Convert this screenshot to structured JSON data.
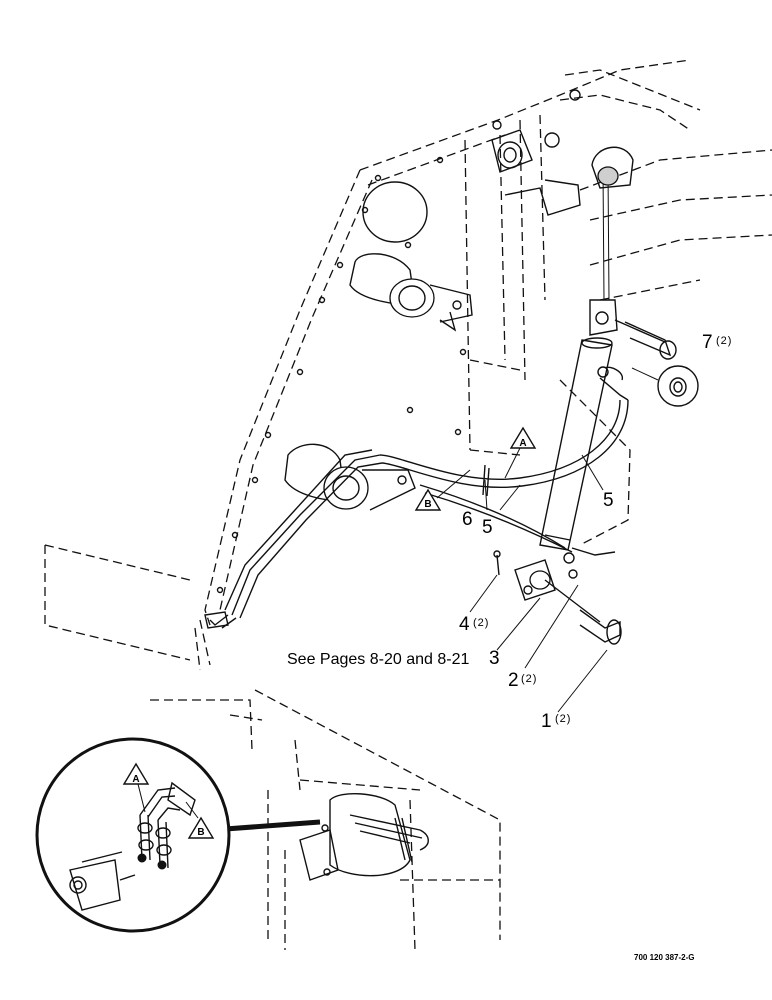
{
  "callouts": {
    "c1": {
      "num": "1",
      "qty": "(2)"
    },
    "c2": {
      "num": "2",
      "qty": "(2)"
    },
    "c3": {
      "num": "3"
    },
    "c4": {
      "num": "4",
      "qty": "(2)"
    },
    "c5a": {
      "num": "5"
    },
    "c5b": {
      "num": "5"
    },
    "c6": {
      "num": "6"
    },
    "c7": {
      "num": "7",
      "qty": "(2)"
    }
  },
  "note": "See Pages 8-20 and 8-21",
  "markers": {
    "a": "A",
    "b": "B"
  },
  "document_number": "700 120 387-2-G"
}
